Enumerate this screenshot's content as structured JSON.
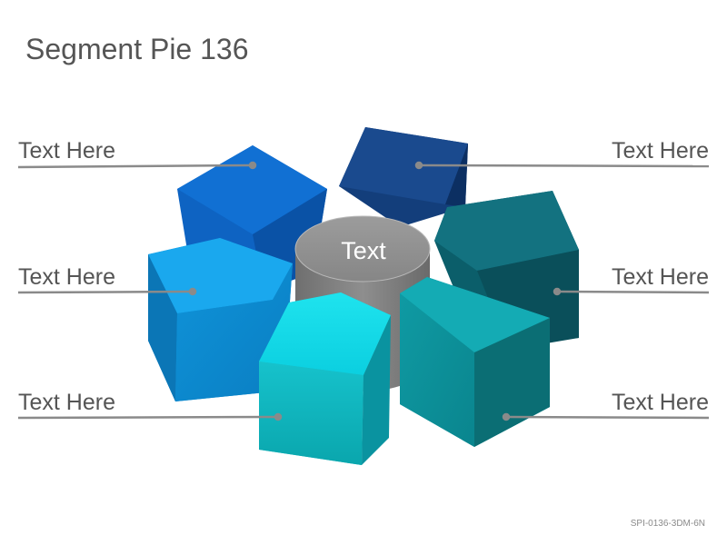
{
  "title": "Segment Pie 136",
  "center_label": "Text",
  "labels": {
    "left_top": "Text Here",
    "left_middle": "Text Here",
    "left_bottom": "Text Here",
    "right_top": "Text Here",
    "right_middle": "Text Here",
    "right_bottom": "Text Here"
  },
  "footer_code": "SPI-0136-3DM-6N",
  "colors": {
    "text": "#555555",
    "leader_line": "#8a8a8a",
    "center_cylinder": "#8c8c8c",
    "segment_blue": "#0a66c8",
    "segment_navy": "#123f7c",
    "segment_dark_teal": "#0d6a76",
    "segment_light_blue": "#139fe4",
    "segment_cyan": "#12c8d6",
    "segment_teal": "#119ea8"
  }
}
